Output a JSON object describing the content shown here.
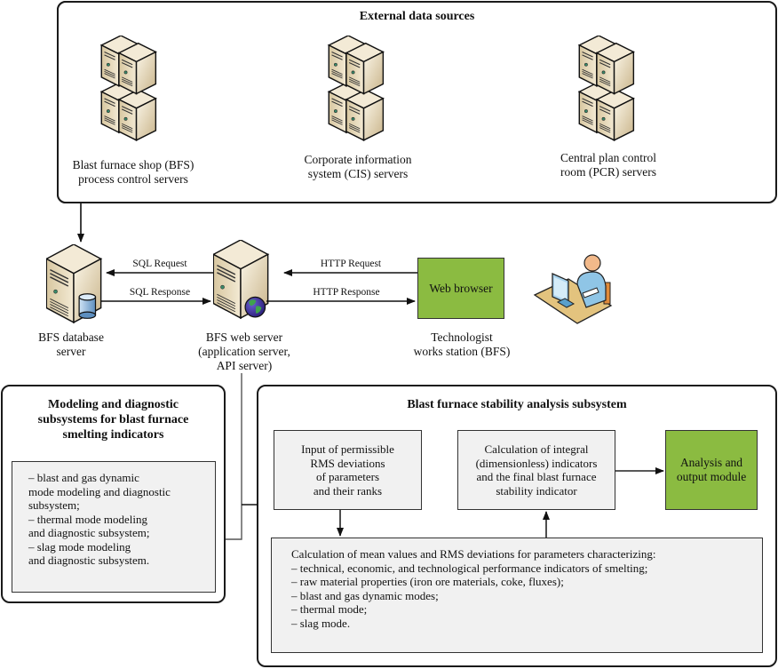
{
  "external_sources": {
    "title": "External data sources",
    "servers": [
      {
        "icon": "server-cluster-icon",
        "label_lines": [
          "Blast furnace shop (BFS)",
          "process control servers"
        ]
      },
      {
        "icon": "server-cluster-icon",
        "label_lines": [
          "Corporate information",
          "system (CIS) servers"
        ]
      },
      {
        "icon": "server-cluster-icon",
        "label_lines": [
          "Central plan control",
          "room (PCR) servers"
        ]
      }
    ]
  },
  "network": {
    "db_server": {
      "icon": "database-server-icon",
      "label_lines": [
        "BFS database",
        "server"
      ]
    },
    "web_server": {
      "icon": "web-server-icon",
      "label_lines": [
        "BFS web server",
        "(application server,",
        "API server)"
      ]
    },
    "web_browser": {
      "label": "Web browser",
      "caption_lines": [
        "Technologist",
        "works station (BFS)"
      ]
    },
    "user_icon": "user-workstation-icon",
    "arrows": {
      "sql_request": "SQL Request",
      "sql_response": "SQL Response",
      "http_request": "HTTP Request",
      "http_response": "HTTP Response"
    }
  },
  "modeling": {
    "title_lines": [
      "Modeling and diagnostic",
      "subsystems for blast furnace",
      "smelting indicators"
    ],
    "items": [
      "– blast and gas dynamic",
      "mode modeling and diagnostic",
      "subsystem;",
      "– thermal mode modeling",
      "and diagnostic subsystem;",
      "– slag mode modeling",
      "and diagnostic subsystem."
    ]
  },
  "stability": {
    "title": "Blast furnace stability analysis subsystem",
    "input_box": [
      "Input of permissible",
      "RMS deviations",
      "of parameters",
      "and their ranks"
    ],
    "calc_integral_box": [
      "Calculation of integral",
      "(dimensionless) indicators",
      "and the final blast furnace",
      "stability indicator"
    ],
    "output_box": [
      "Analysis and",
      "output module"
    ],
    "calc_mean_box": [
      "Calculation of mean values and RMS deviations for parameters characterizing:",
      "– technical, economic, and technological performance indicators of smelting;",
      "– raw material properties (iron ore materials, coke, fluxes);",
      "– blast and gas dynamic modes;",
      "– thermal mode;",
      "– slag mode."
    ]
  },
  "colors": {
    "green": "#8bbb41",
    "gray_box": "#f1f1f1",
    "server_beige": "#e8dcc0"
  }
}
